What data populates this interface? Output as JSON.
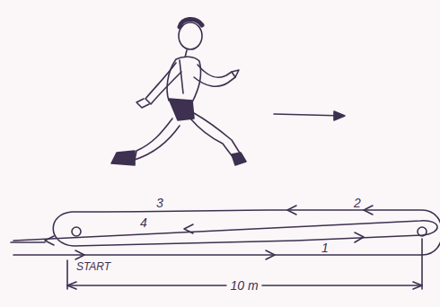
{
  "diagram": {
    "labels": [
      "3",
      "2",
      "4",
      "1",
      "START",
      "10 m"
    ]
  }
}
